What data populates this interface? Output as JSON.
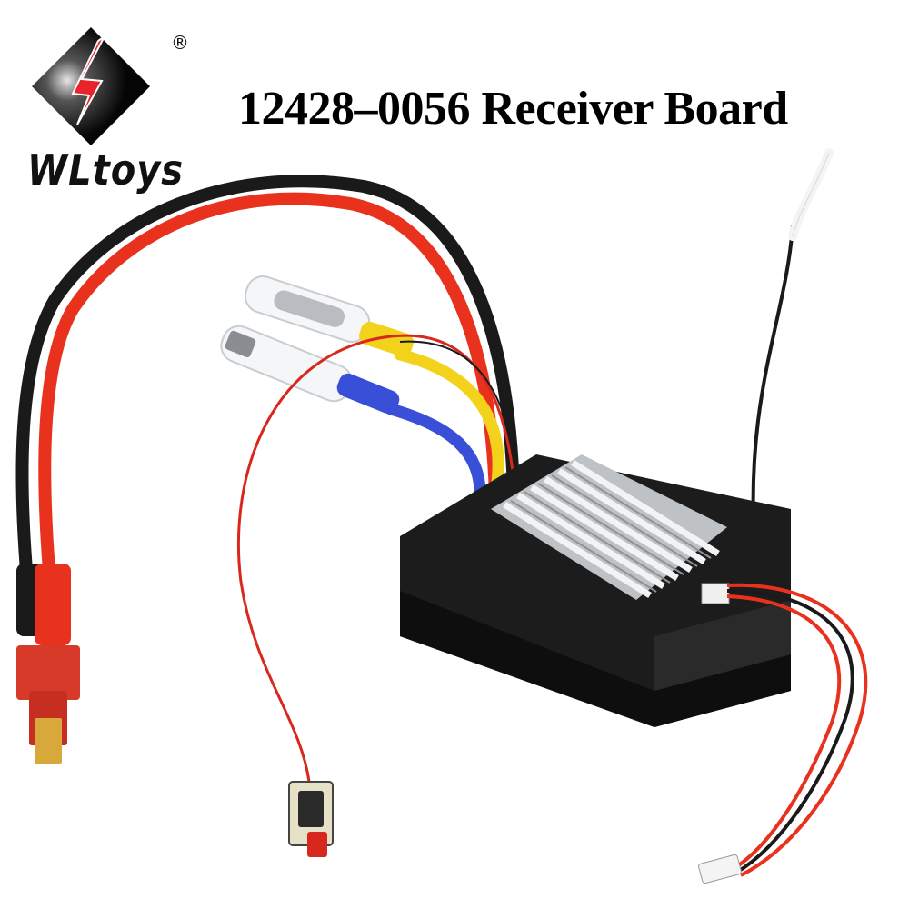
{
  "brand": {
    "name": "WLtoys",
    "registered_mark": "®",
    "logo_icon": "lightning-diamond-icon",
    "colors": {
      "diamond": "#111111",
      "bolt": "#e8232a"
    }
  },
  "title": "12428–0056 Receiver Board",
  "product": {
    "components": [
      "receiver-board-black-case",
      "aluminum-heatsink",
      "red-black-power-wires",
      "t-plug-connector",
      "yellow-blue-motor-wires",
      "bullet-connectors",
      "antenna-wire",
      "power-switch",
      "servo-lead-3-wire",
      "jst-connector"
    ],
    "colors": {
      "red_wire": "#e8321e",
      "black_wire": "#1a1a1a",
      "yellow_wire": "#f2d21a",
      "blue_wire": "#3a4fd8",
      "case": "#1c1c1c",
      "heatsink": "#c9cbcc",
      "t_plug": "#d83a2a",
      "gold_tab": "#d9a83a"
    }
  }
}
